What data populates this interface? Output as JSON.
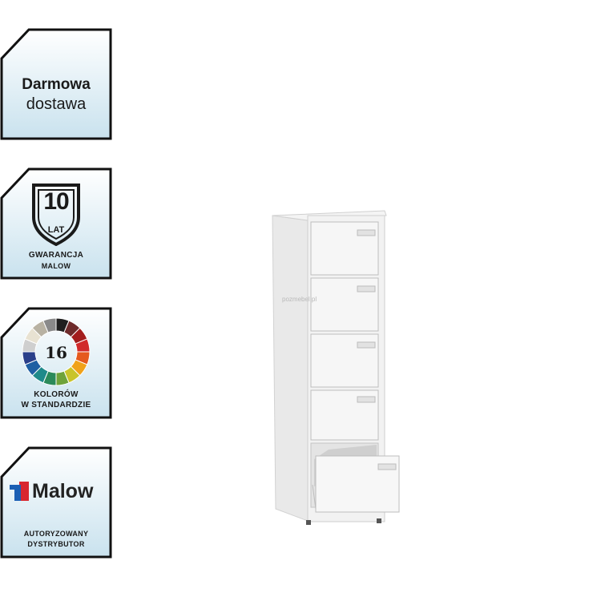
{
  "badges": {
    "delivery": {
      "line1": "Darmowa",
      "line2": "dostawa"
    },
    "warranty": {
      "number": "10",
      "unit": "LAT",
      "line1": "GWARANCJA",
      "line2": "MALOW"
    },
    "colors": {
      "number": "16",
      "line1": "KOLORÓW",
      "line2": "W STANDARDZIE",
      "wheel": [
        "#1f1f1f",
        "#6e2b2b",
        "#a31d1d",
        "#d12a2a",
        "#e55a1e",
        "#f0a21a",
        "#c9c42a",
        "#6fa33a",
        "#2b8a5a",
        "#1f8a8a",
        "#1f5fa3",
        "#2a3f8a",
        "#cfcfcf",
        "#e8e2d2",
        "#b8b2a3",
        "#8a8a8a"
      ]
    },
    "distributor": {
      "brand": "Malow",
      "line1": "AUTORYZOWANY",
      "line2": "DYSTRYBUTOR",
      "logo_colors": [
        "#1b5fb4",
        "#d8262e"
      ]
    }
  },
  "product": {
    "watermark": "pozmebel.pl",
    "drawer_count": 5
  }
}
